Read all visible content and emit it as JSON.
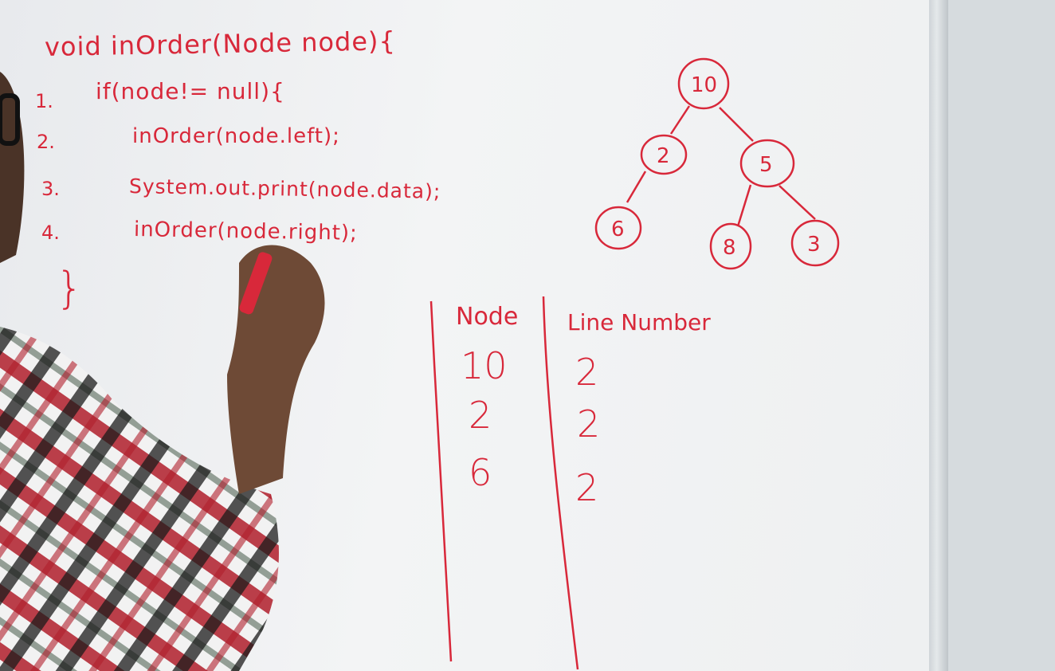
{
  "code": {
    "signature": "void inOrder(Node node){",
    "lines": [
      {
        "num": "1.",
        "text": "if(node!= null){"
      },
      {
        "num": "2.",
        "text": "inOrder(node.left);"
      },
      {
        "num": "3.",
        "text": "System.out.print(node.data);"
      },
      {
        "num": "4.",
        "text": "inOrder(node.right);"
      }
    ],
    "closing_brace": "}"
  },
  "tree": {
    "nodes": [
      "10",
      "2",
      "5",
      "6",
      "8",
      "3"
    ]
  },
  "table": {
    "headers": [
      "Node",
      "Line Number"
    ],
    "rows": [
      [
        "10",
        "2"
      ],
      [
        "2",
        "2"
      ],
      [
        "6",
        "2"
      ]
    ]
  },
  "colors": {
    "marker": "#d8283a",
    "board": "#eef0f1"
  }
}
